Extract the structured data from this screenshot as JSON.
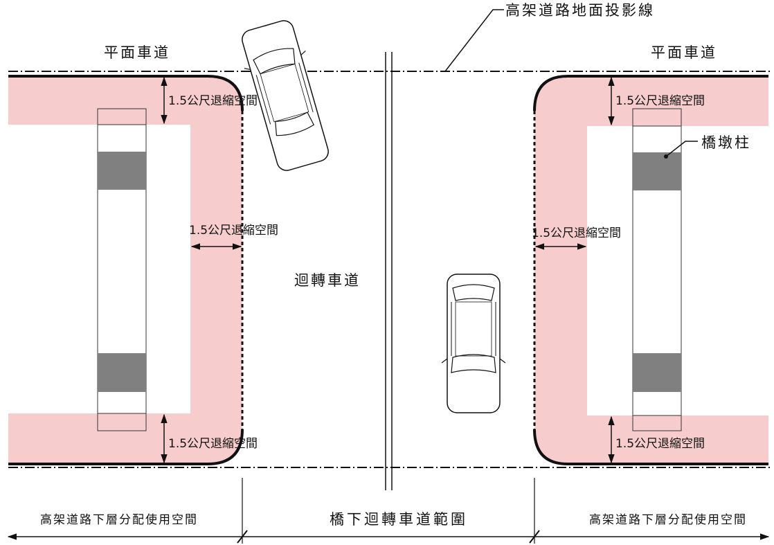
{
  "labels": {
    "viaduct_projection_line": "高架道路地面投影線",
    "surface_lane_left": "平面車道",
    "surface_lane_right": "平面車道",
    "pier_column": "橋墩柱",
    "u_turn_lane": "迴轉車道",
    "setback_left_top": "1.5公尺退縮空間",
    "setback_left_mid": "1.5公尺退縮空間",
    "setback_left_bottom": "1.5公尺退縮空間",
    "setback_right_top": "1.5公尺退縮空間",
    "setback_right_mid": "1.5公尺退縮空間",
    "setback_right_bottom": "1.5公尺退縮空間",
    "footer_left": "高架道路下層分配使用空間",
    "footer_center": "橋下迴轉車道範圍",
    "footer_right": "高架道路下層分配使用空間"
  },
  "colors": {
    "setback_zone": "#f6cccc",
    "pier_block": "#808080",
    "line": "#111111",
    "background": "#ffffff"
  }
}
